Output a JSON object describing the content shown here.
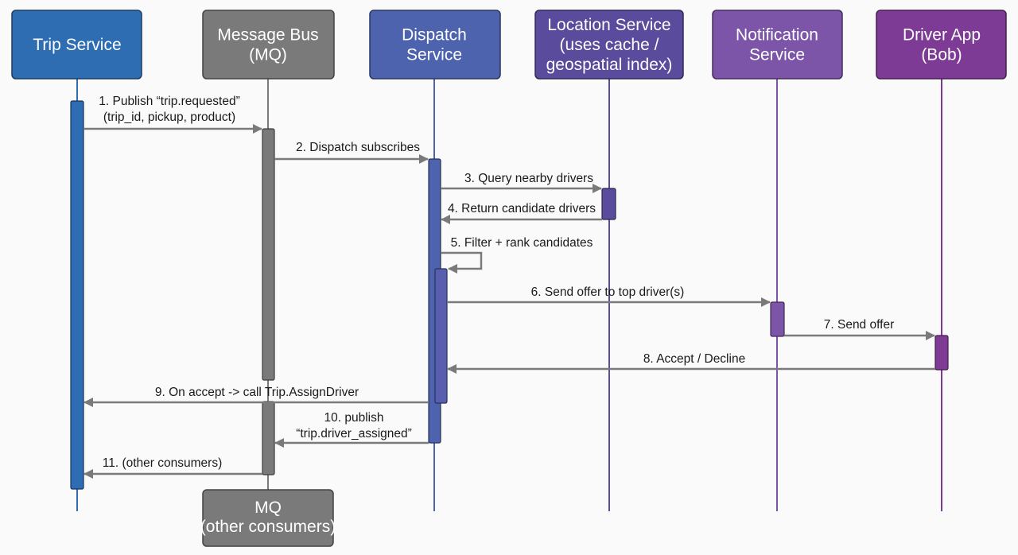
{
  "title": "Trip dispatch sequence diagram",
  "participants": [
    {
      "id": "trip",
      "lines": [
        "Trip Service"
      ],
      "color": "#2f6db3"
    },
    {
      "id": "mq",
      "lines": [
        "Message Bus",
        "(MQ)"
      ],
      "color": "#7a7a7a"
    },
    {
      "id": "dispatch",
      "lines": [
        "Dispatch",
        "Service"
      ],
      "color": "#4e63ad"
    },
    {
      "id": "location",
      "lines": [
        "Location Service",
        "(uses cache /",
        "geospatial index)"
      ],
      "color": "#5a4b9c"
    },
    {
      "id": "notification",
      "lines": [
        "Notification",
        "Service"
      ],
      "color": "#7d55a8"
    },
    {
      "id": "driver",
      "lines": [
        "Driver App",
        "(Bob)"
      ],
      "color": "#7e3b95"
    }
  ],
  "footer_box": {
    "lines": [
      "MQ",
      "(other consumers)"
    ],
    "color": "#7a7a7a"
  },
  "messages": [
    {
      "n": 1,
      "from": "trip",
      "to": "mq",
      "lines": [
        "1. Publish “trip.requested”",
        "(trip_id, pickup, product)"
      ]
    },
    {
      "n": 2,
      "from": "mq",
      "to": "dispatch",
      "lines": [
        "2. Dispatch subscribes"
      ]
    },
    {
      "n": 3,
      "from": "dispatch",
      "to": "location",
      "lines": [
        "3. Query nearby drivers"
      ]
    },
    {
      "n": 4,
      "from": "location",
      "to": "dispatch",
      "lines": [
        "4. Return candidate drivers"
      ]
    },
    {
      "n": 5,
      "from": "dispatch",
      "to": "dispatch",
      "self": true,
      "lines": [
        "5. Filter + rank candidates"
      ]
    },
    {
      "n": 6,
      "from": "dispatch",
      "to": "notification",
      "lines": [
        "6. Send offer to top driver(s)"
      ]
    },
    {
      "n": 7,
      "from": "notification",
      "to": "driver",
      "lines": [
        "7. Send offer"
      ]
    },
    {
      "n": 8,
      "from": "driver",
      "to": "dispatch",
      "lines": [
        "8. Accept / Decline"
      ]
    },
    {
      "n": 9,
      "from": "dispatch",
      "to": "trip",
      "lines": [
        "9. On accept -> call Trip.AssignDriver"
      ]
    },
    {
      "n": 10,
      "from": "dispatch",
      "to": "mq",
      "lines": [
        "10. publish",
        "“trip.driver_assigned”"
      ]
    },
    {
      "n": 11,
      "from": "mq",
      "to": "trip",
      "lines": [
        "11. (other consumers)"
      ]
    }
  ],
  "arrow_color": "#7a7a7a"
}
